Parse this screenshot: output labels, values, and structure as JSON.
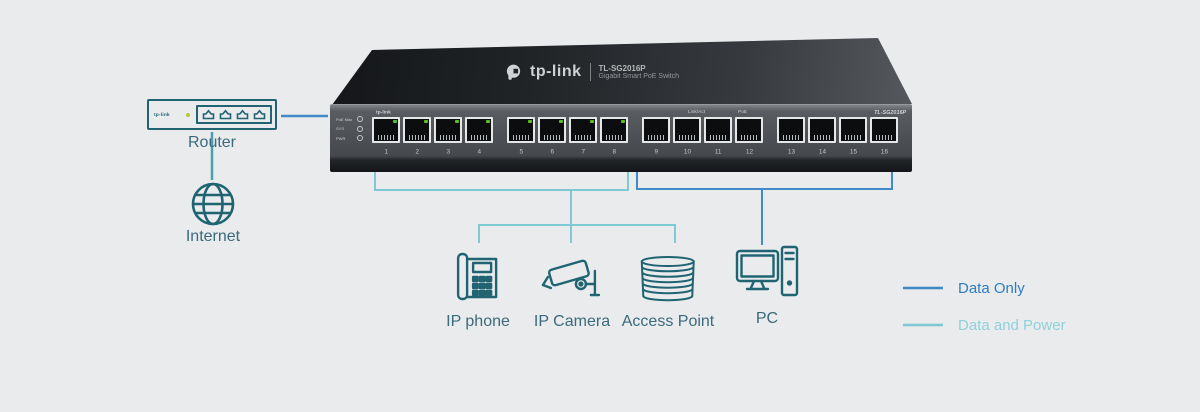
{
  "colors": {
    "background": "#e9ebed",
    "data_only": "#4189c7",
    "data_and_power": "#7fc9d4",
    "internet_link": "#4a9fb0",
    "device_stroke": "#206472",
    "device_label": "#3a6a7c",
    "legend_data_only_text": "#2e7dc3",
    "legend_data_and_power_text": "#8fd2da",
    "led_green": "#56c01f",
    "router_led": "#b9c93a"
  },
  "router": {
    "label": "Router",
    "brand": "tp-link",
    "port_count": 4
  },
  "internet": {
    "label": "Internet"
  },
  "switch": {
    "brand": "tp-link",
    "model": "TL-SG2016P",
    "subtitle": "Gigabit Smart PoE Switch",
    "front_brand": "tp-link",
    "front_model": "TL-SG2016P",
    "led_labels": [
      "PoE Max",
      "SYS",
      "PWR"
    ],
    "port_headers": [
      "Link/Act",
      "PoE"
    ],
    "port_numbers": [
      "1",
      "2",
      "3",
      "4",
      "5",
      "6",
      "7",
      "8",
      "9",
      "10",
      "11",
      "12",
      "13",
      "14",
      "15",
      "16"
    ],
    "poe_active_ports": 8
  },
  "endpoints": [
    {
      "id": "ip-phone",
      "label": "IP phone"
    },
    {
      "id": "ip-camera",
      "label": "IP Camera"
    },
    {
      "id": "access-point",
      "label": "Access Point"
    },
    {
      "id": "pc",
      "label": "PC"
    }
  ],
  "legend": [
    {
      "label": "Data Only"
    },
    {
      "label": "Data and Power"
    }
  ]
}
